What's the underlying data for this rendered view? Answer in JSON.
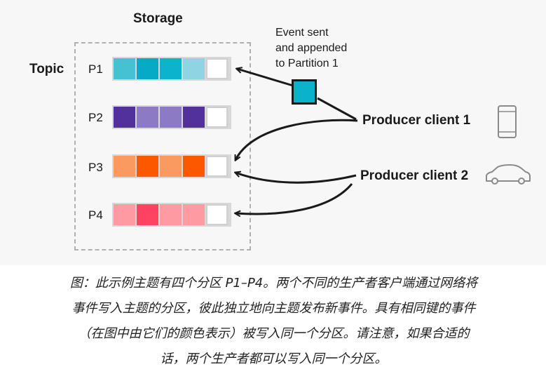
{
  "diagram": {
    "storage_label": "Storage",
    "topic_label": "Topic",
    "event_note": [
      "Event sent",
      "and appended",
      "to Partition 1"
    ],
    "partitions": [
      {
        "name": "P1",
        "cells": [
          "#46c1d4",
          "#07aac6",
          "#0cb3cc",
          "#8fd4e2",
          "#ffffff"
        ]
      },
      {
        "name": "P2",
        "cells": [
          "#52319c",
          "#8d7ac4",
          "#8d7ac4",
          "#52319c",
          "#ffffff"
        ]
      },
      {
        "name": "P3",
        "cells": [
          "#fb9a60",
          "#fb5800",
          "#fb9a60",
          "#fb5800",
          "#ffffff"
        ]
      },
      {
        "name": "P4",
        "cells": [
          "#fe9aa1",
          "#fe4262",
          "#fe9aa1",
          "#fe9aa1",
          "#ffffff"
        ]
      }
    ],
    "event_color": "#0bb2cc",
    "producer1": {
      "label": "Producer client 1",
      "icon": "phone-icon"
    },
    "producer2": {
      "label": "Producer client 2",
      "icon": "car-icon"
    }
  },
  "caption": [
    "图：此示例主题有四个分区 P1–P4。两个不同的生产者客户端通过网络将",
    "事件写入主题的分区，彼此独立地向主题发布新事件。具有相同键的事件",
    "（在图中由它们的颜色表示）被写入同一个分区。请注意，如果合适的",
    "话，两个生产者都可以写入同一个分区。"
  ]
}
